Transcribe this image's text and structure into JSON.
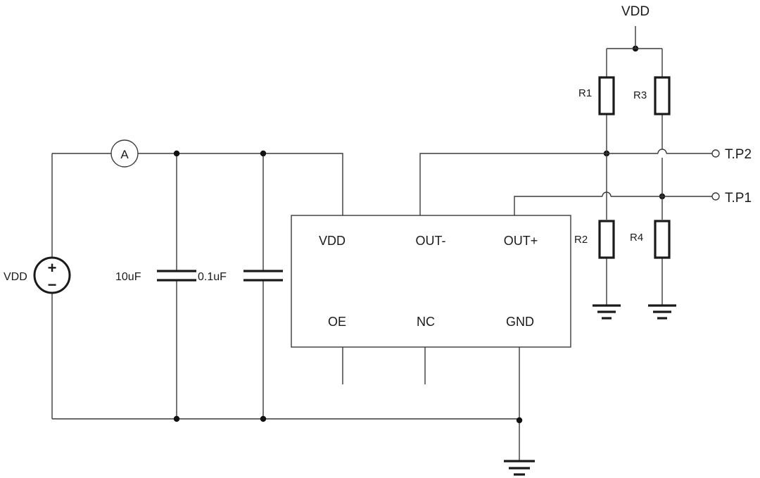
{
  "diagram": {
    "vdd_top_label": "VDD",
    "vdd_source_label": "VDD",
    "ammeter_label": "A",
    "source_plus": "+",
    "source_minus": "−",
    "cap1_label": "10uF",
    "cap2_label": "0.1uF",
    "ic": {
      "pin_vdd": "VDD",
      "pin_out_minus": "OUT-",
      "pin_out_plus": "OUT+",
      "pin_oe": "OE",
      "pin_nc": "NC",
      "pin_gnd": "GND"
    },
    "resistors": {
      "r1": "R1",
      "r2": "R2",
      "r3": "R3",
      "r4": "R4"
    },
    "test_points": {
      "tp2": "T.P2",
      "tp1": "T.P1"
    }
  }
}
